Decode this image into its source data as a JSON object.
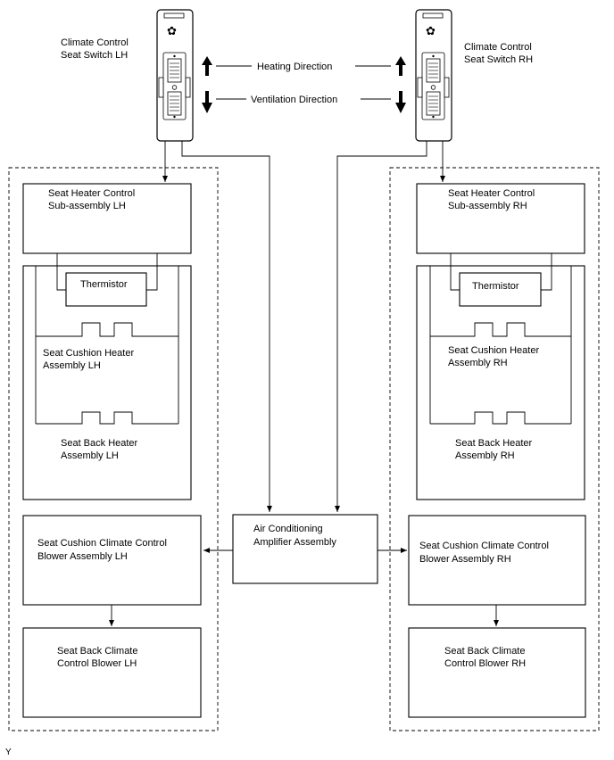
{
  "labels": {
    "switch_lh": [
      "Climate Control",
      "Seat Switch LH"
    ],
    "switch_rh": [
      "Climate Control",
      "Seat Switch RH"
    ],
    "heating_direction": "Heating Direction",
    "ventilation_direction": "Ventilation Direction",
    "heater_control_lh": [
      "Seat Heater Control",
      "Sub-assembly LH"
    ],
    "heater_control_rh": [
      "Seat Heater Control",
      "Sub-assembly RH"
    ],
    "thermistor": "Thermistor",
    "cushion_heater_lh": [
      "Seat Cushion Heater",
      "Assembly LH"
    ],
    "cushion_heater_rh": [
      "Seat Cushion Heater",
      "Assembly RH"
    ],
    "back_heater_lh": [
      "Seat Back Heater",
      "Assembly LH"
    ],
    "back_heater_rh": [
      "Seat Back Heater",
      "Assembly RH"
    ],
    "amplifier": [
      "Air Conditioning",
      "Amplifier Assembly"
    ],
    "cushion_blower_lh": [
      "Seat Cushion Climate Control",
      "Blower Assembly LH"
    ],
    "cushion_blower_rh": [
      "Seat Cushion Climate Control",
      "Blower Assembly RH"
    ],
    "back_blower_lh": [
      "Seat Back Climate",
      "Control Blower LH"
    ],
    "back_blower_rh": [
      "Seat Back Climate",
      "Control Blower RH"
    ],
    "corner_mark": "Y"
  }
}
